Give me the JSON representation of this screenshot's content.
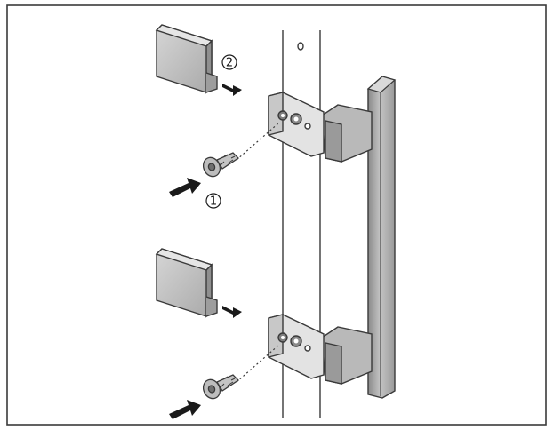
{
  "callouts": {
    "step_1": "1",
    "step_2": "2"
  },
  "colors": {
    "line": "#3a3a3a",
    "part_fill": "#b9b9b9",
    "part_dark": "#7f7f7f",
    "part_light": "#e3e3e3",
    "arrow": "#1a1a1a",
    "frame": "#3a3a3a"
  },
  "icons": {
    "step_1": "circled-number-1",
    "step_2": "circled-number-2"
  }
}
